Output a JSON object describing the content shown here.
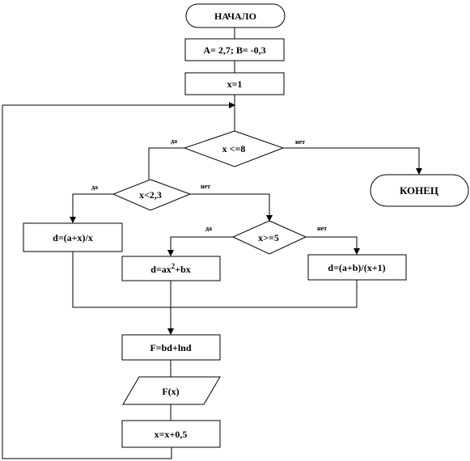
{
  "flowchart": {
    "start": "НАЧАЛО",
    "init": "A= 2,7; B= -0,3",
    "x_init": "x=1",
    "cond_loop": "x <=8",
    "end": "КОНЕЦ",
    "cond_x23": "x<2,3",
    "d_first": "d=(a+x)/x",
    "cond_x5": "x>=5",
    "d_second": {
      "base": "d=ax",
      "sup": "2",
      "tail": "+bx"
    },
    "d_third": "d=(a+b)/(x+1)",
    "f_calc": "F=bd+lnd",
    "output": "F(x)",
    "step": "x=x+0,5",
    "yes_label": "да",
    "no_label": "нет"
  }
}
